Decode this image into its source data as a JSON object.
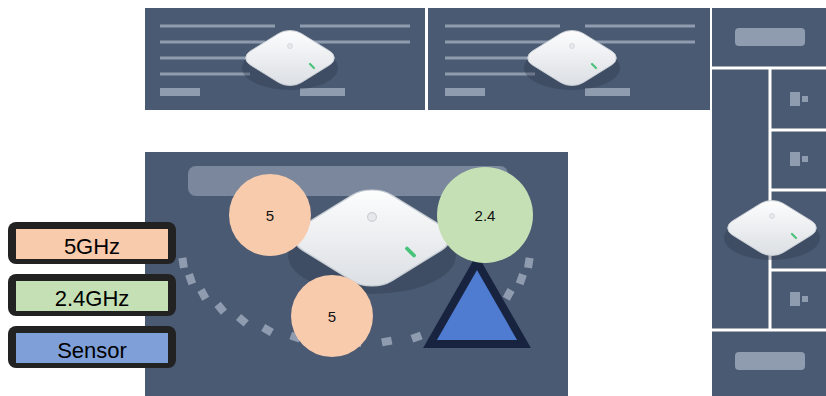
{
  "diagram": {
    "nodes": [
      {
        "text": [
          "5"
        ]
      },
      {
        "text": [
          "2.4"
        ]
      },
      {
        "text": [
          "5"
        ]
      }
    ],
    "legend": [
      {
        "text": "5GHz",
        "color": "#f8cbad"
      },
      {
        "text": "2.4GHz",
        "color": "#c5e0b4"
      },
      {
        "text": "Sensor",
        "color": "#7f9fd8"
      }
    ]
  }
}
